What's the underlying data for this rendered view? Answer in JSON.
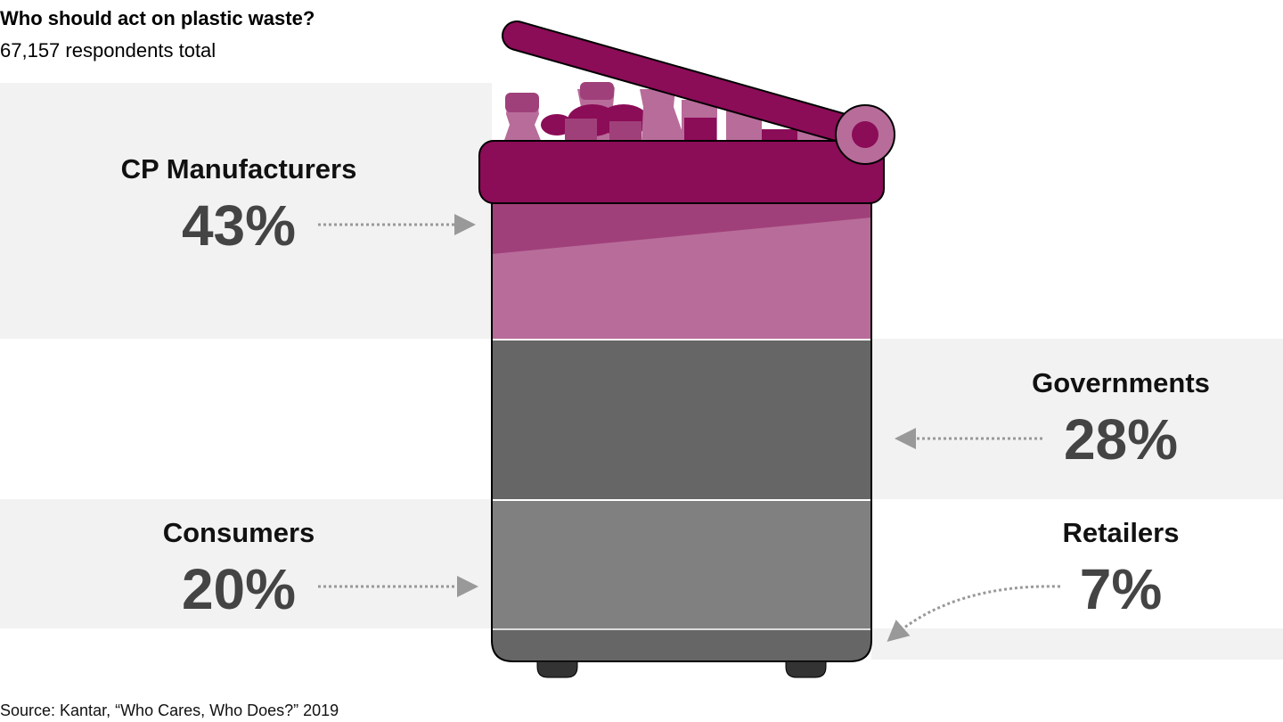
{
  "chart_data": {
    "type": "bar",
    "subtype": "stacked-pictogram",
    "title": "Who should act on plastic waste?",
    "subtitle": "67,157 respondents total",
    "source": "Source: Kantar, “Who Cares, Who Does?” 2019",
    "unit": "%",
    "categories": [
      "CP Manufacturers",
      "Governments",
      "Consumers",
      "Retailers"
    ],
    "values": [
      43,
      28,
      20,
      7
    ],
    "value_labels": [
      "43%",
      "28%",
      "20%",
      "7%"
    ],
    "colors": [
      "#b86c9a",
      "#666666",
      "#808080",
      "#666666"
    ]
  },
  "colors": {
    "lid": "#8b0c57",
    "pink": "#b86c9a",
    "pink_dark": "#a0407a",
    "band": "#f2f2f2",
    "arrow": "#999999"
  }
}
